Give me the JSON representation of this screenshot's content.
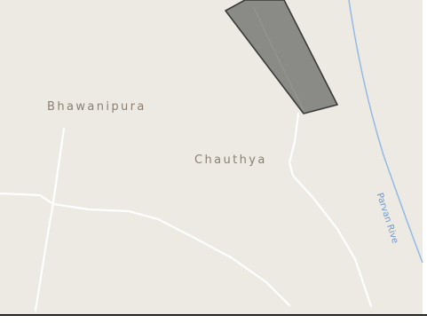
{
  "map": {
    "colors": {
      "land": "#eceae2",
      "road": "#ffffff",
      "river": "#8fb7e6",
      "area_fill": "#8a8a86",
      "area_stroke": "#3a3a38",
      "label_text": "#8a7f74",
      "river_label_text": "#6f97c9",
      "bottom_border": "#222222",
      "right_margin": "#ffffff"
    },
    "places": [
      {
        "name": "Bhawanipura"
      },
      {
        "name": "Chauthya"
      }
    ],
    "river_name": "Parvan Rive",
    "highlighted_area": "dark-grey-polygon"
  }
}
